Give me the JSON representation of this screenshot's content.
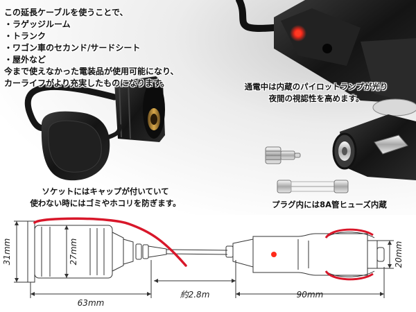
{
  "intro": {
    "line1": "この延長ケーブルを使うことで、",
    "items": [
      "・ラゲッジルーム",
      "・トランク",
      "・ワゴン車のセカンド/サードシート",
      "・屋外など"
    ],
    "line_after1": "今まで使えなかった電装品が使用可能になり、",
    "line_after2": "カーライフがより充実したものになります。"
  },
  "captions": {
    "lamp_line1": "通電中は内蔵のパイロットランプが光り",
    "lamp_line2": "夜間の視認性を高めます。",
    "socket_line1": "ソケットにはキャップが付いていて",
    "socket_line2": "使わない時にはゴミやホコリを防ぎます。",
    "fuse": "プラグ内には8A管ヒューズ内蔵"
  },
  "dimensions": {
    "socket_outer_height": "31mm",
    "socket_inner_height": "27mm",
    "socket_length": "63mm",
    "cable_length": "約2.8m",
    "plug_length": "90mm",
    "plug_height": "20mm"
  },
  "colors": {
    "cable_red": "#d8172a",
    "lamp_red": "#ff2a1a",
    "diagram_line": "#333333",
    "product_black": "#1c1c1c"
  }
}
